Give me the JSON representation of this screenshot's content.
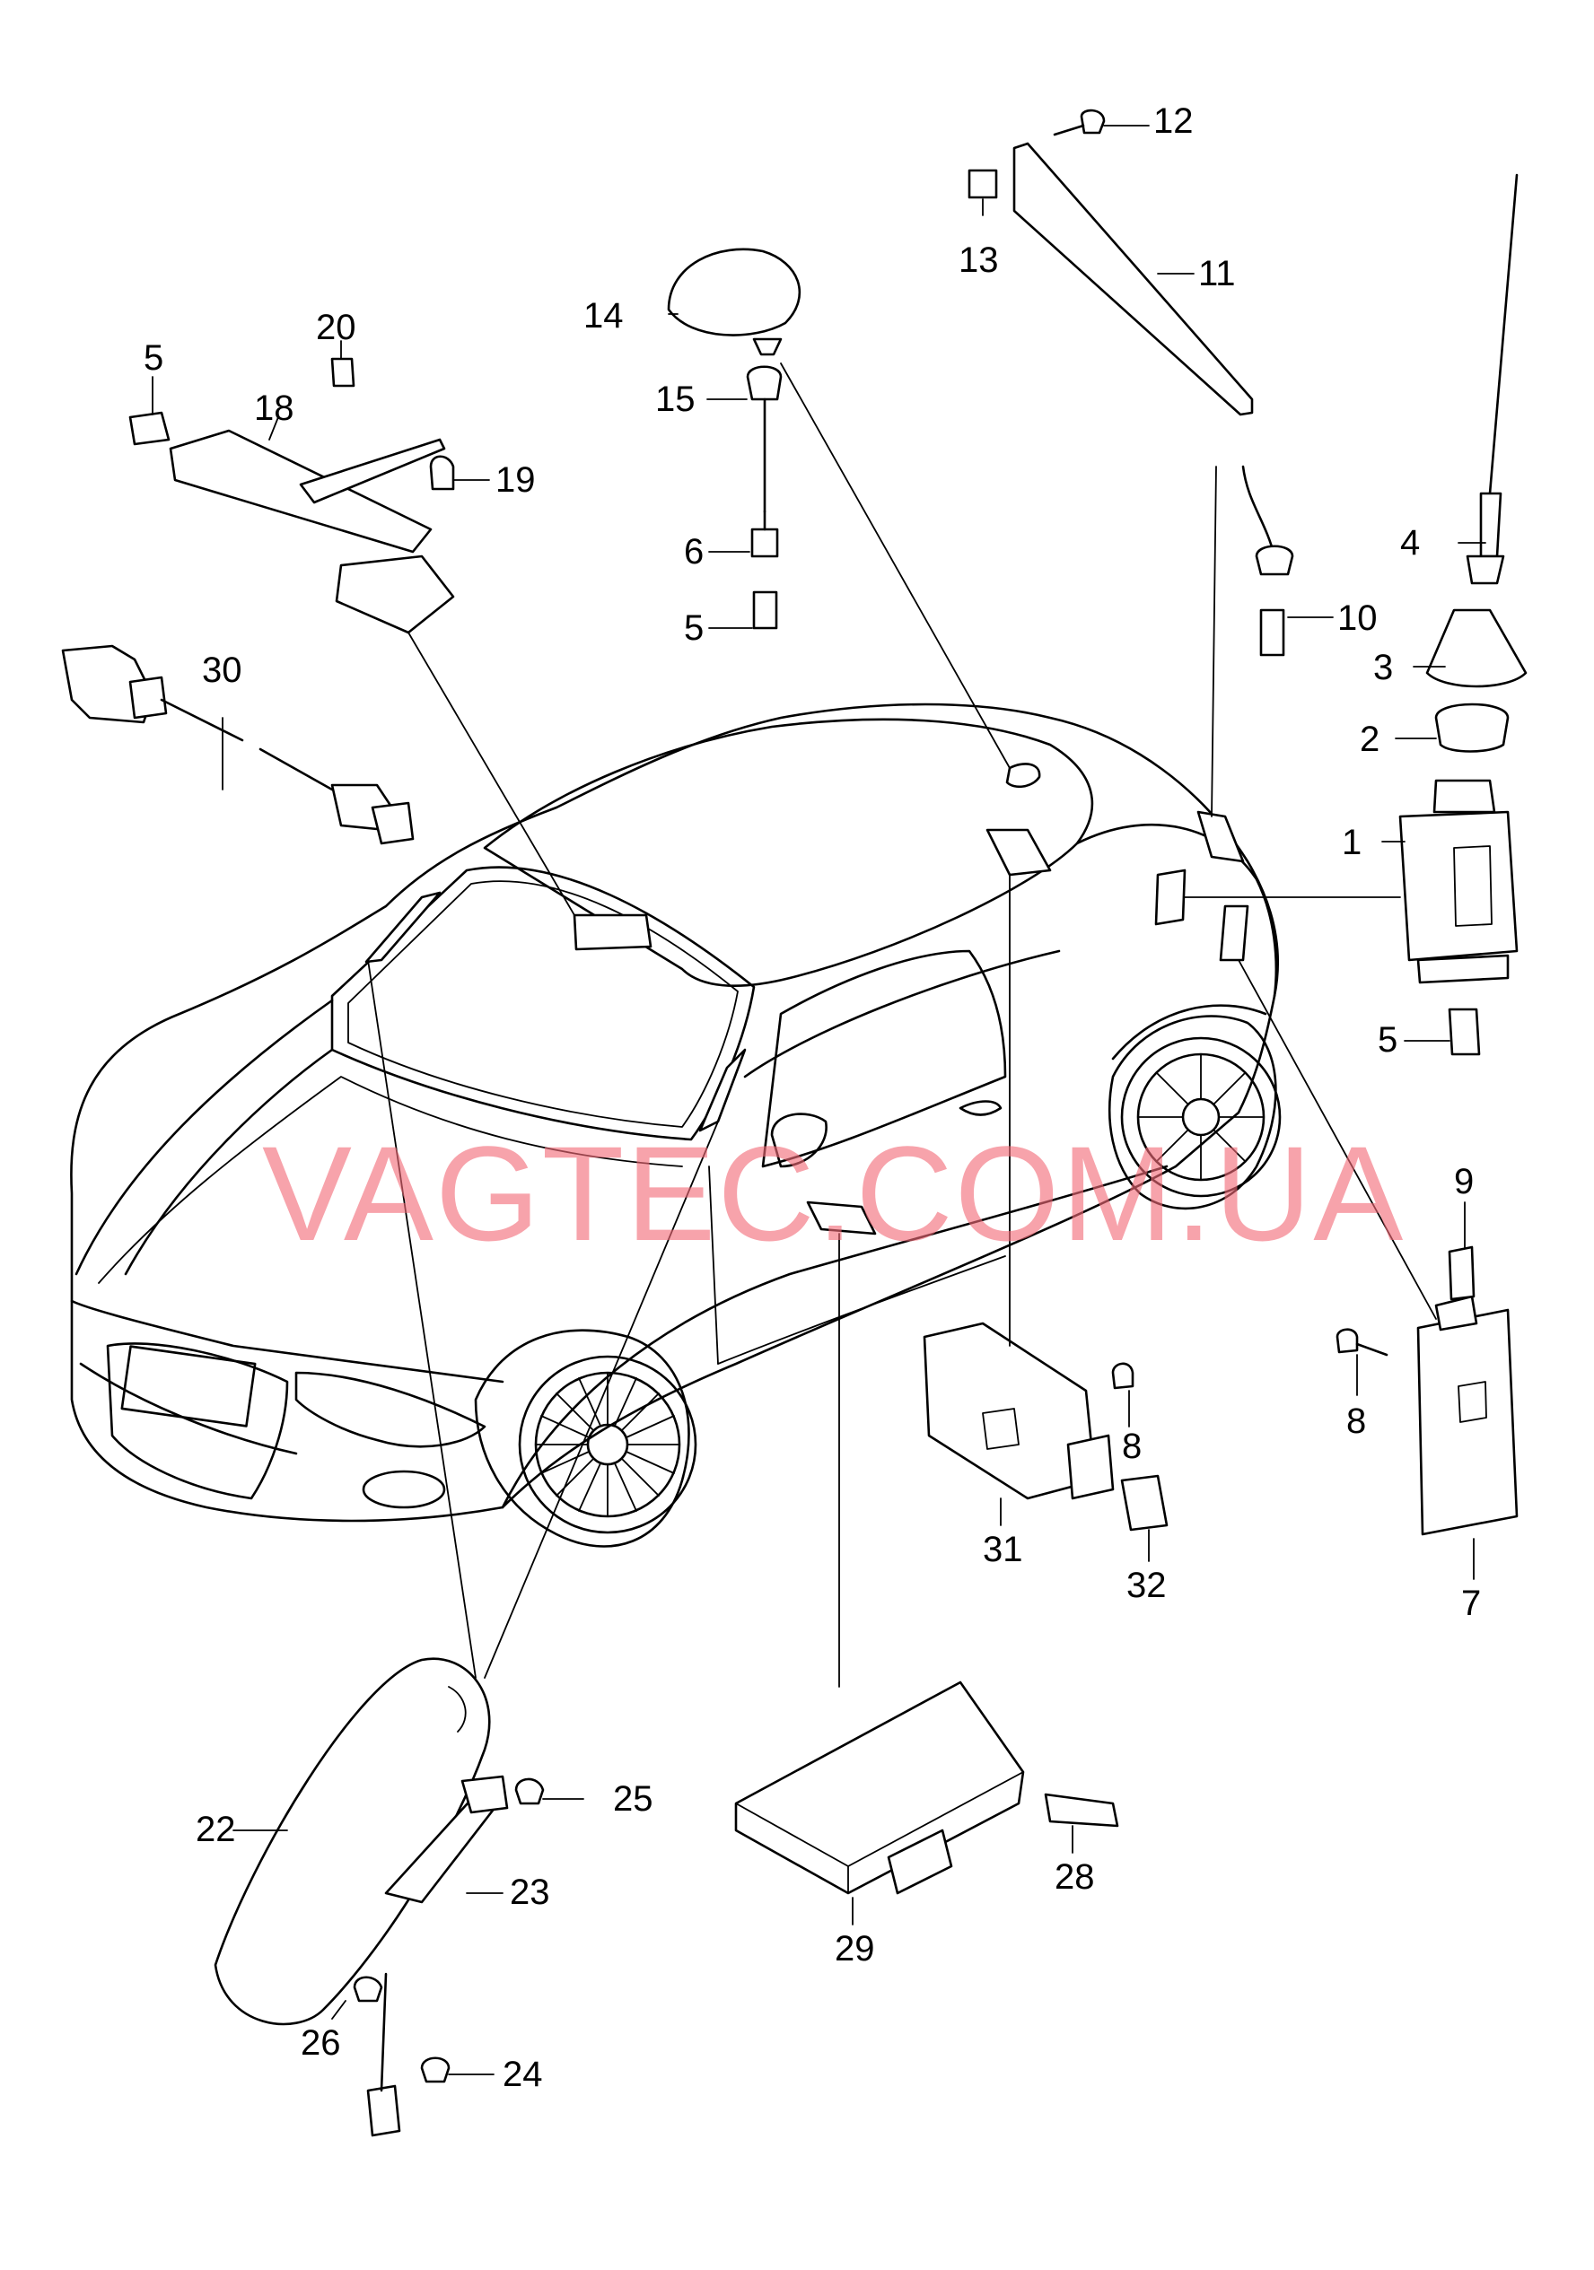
{
  "watermark": "VAGTEC.COM.UA",
  "callouts": [
    {
      "id": "c1",
      "text": "1"
    },
    {
      "id": "c2",
      "text": "2"
    },
    {
      "id": "c3",
      "text": "3"
    },
    {
      "id": "c4",
      "text": "4"
    },
    {
      "id": "c5a",
      "text": "5"
    },
    {
      "id": "c5b",
      "text": "5"
    },
    {
      "id": "c5c",
      "text": "5"
    },
    {
      "id": "c6",
      "text": "6"
    },
    {
      "id": "c7",
      "text": "7"
    },
    {
      "id": "c8a",
      "text": "8"
    },
    {
      "id": "c8b",
      "text": "8"
    },
    {
      "id": "c9",
      "text": "9"
    },
    {
      "id": "c10",
      "text": "10"
    },
    {
      "id": "c11",
      "text": "11"
    },
    {
      "id": "c12",
      "text": "12"
    },
    {
      "id": "c13",
      "text": "13"
    },
    {
      "id": "c14",
      "text": "14"
    },
    {
      "id": "c15",
      "text": "15"
    },
    {
      "id": "c18",
      "text": "18"
    },
    {
      "id": "c19",
      "text": "19"
    },
    {
      "id": "c20",
      "text": "20"
    },
    {
      "id": "c22",
      "text": "22"
    },
    {
      "id": "c23",
      "text": "23"
    },
    {
      "id": "c24",
      "text": "24"
    },
    {
      "id": "c25",
      "text": "25"
    },
    {
      "id": "c26",
      "text": "26"
    },
    {
      "id": "c28",
      "text": "28"
    },
    {
      "id": "c29",
      "text": "29"
    },
    {
      "id": "c30",
      "text": "30"
    },
    {
      "id": "c31",
      "text": "31"
    },
    {
      "id": "c32",
      "text": "32"
    }
  ]
}
